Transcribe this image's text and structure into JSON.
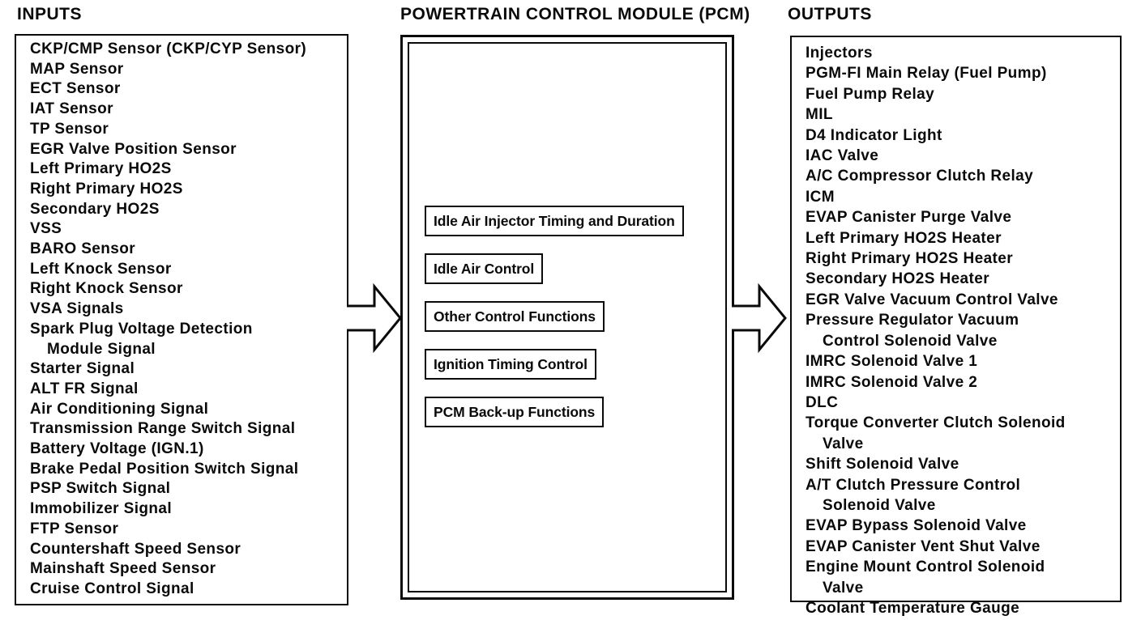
{
  "page": {
    "background_color": "#ffffff",
    "ink_color": "#0a0a0a"
  },
  "icons": {
    "flow_arrow": "block-arrow-right"
  },
  "inputs": {
    "title": "INPUTS",
    "items": [
      "CKP/CMP Sensor (CKP/CYP Sensor)",
      "MAP Sensor",
      "ECT Sensor",
      "IAT Sensor",
      "TP Sensor",
      "EGR Valve Position Sensor",
      "Left Primary HO2S",
      "Right Primary HO2S",
      "Secondary HO2S",
      "VSS",
      "BARO Sensor",
      "Left Knock Sensor",
      "Right Knock Sensor",
      "VSA Signals",
      "Spark Plug Voltage Detection\nModule Signal",
      "Starter Signal",
      "ALT FR Signal",
      "Air Conditioning Signal",
      "Transmission Range Switch Signal",
      "Battery Voltage (IGN.1)",
      "Brake Pedal Position Switch Signal",
      "PSP Switch Signal",
      "Immobilizer Signal",
      "FTP Sensor",
      "Countershaft Speed Sensor",
      "Mainshaft Speed Sensor",
      "Cruise Control Signal"
    ]
  },
  "pcm": {
    "title": "POWERTRAIN CONTROL MODULE (PCM)",
    "functions": [
      "Idle Air Injector Timing and Duration",
      "Idle Air Control",
      "Other Control Functions",
      "Ignition Timing Control",
      "PCM Back-up Functions"
    ]
  },
  "outputs": {
    "title": "OUTPUTS",
    "items": [
      "Injectors",
      "PGM-FI Main Relay (Fuel Pump)",
      "Fuel Pump Relay",
      "MIL",
      "D4 Indicator Light",
      "IAC Valve",
      "A/C Compressor Clutch Relay",
      "ICM",
      "EVAP Canister Purge Valve",
      "Left Primary HO2S Heater",
      "Right Primary HO2S Heater",
      "Secondary HO2S Heater",
      "EGR Valve Vacuum Control Valve",
      "Pressure Regulator Vacuum\nControl Solenoid Valve",
      "IMRC Solenoid Valve 1",
      "IMRC Solenoid Valve 2",
      "DLC",
      "Torque Converter Clutch Solenoid\nValve",
      "Shift Solenoid Valve",
      "A/T Clutch Pressure Control\nSolenoid Valve",
      "EVAP Bypass Solenoid Valve",
      "EVAP Canister Vent Shut Valve",
      "Engine Mount Control Solenoid\nValve",
      "Coolant Temperature Gauge"
    ]
  }
}
